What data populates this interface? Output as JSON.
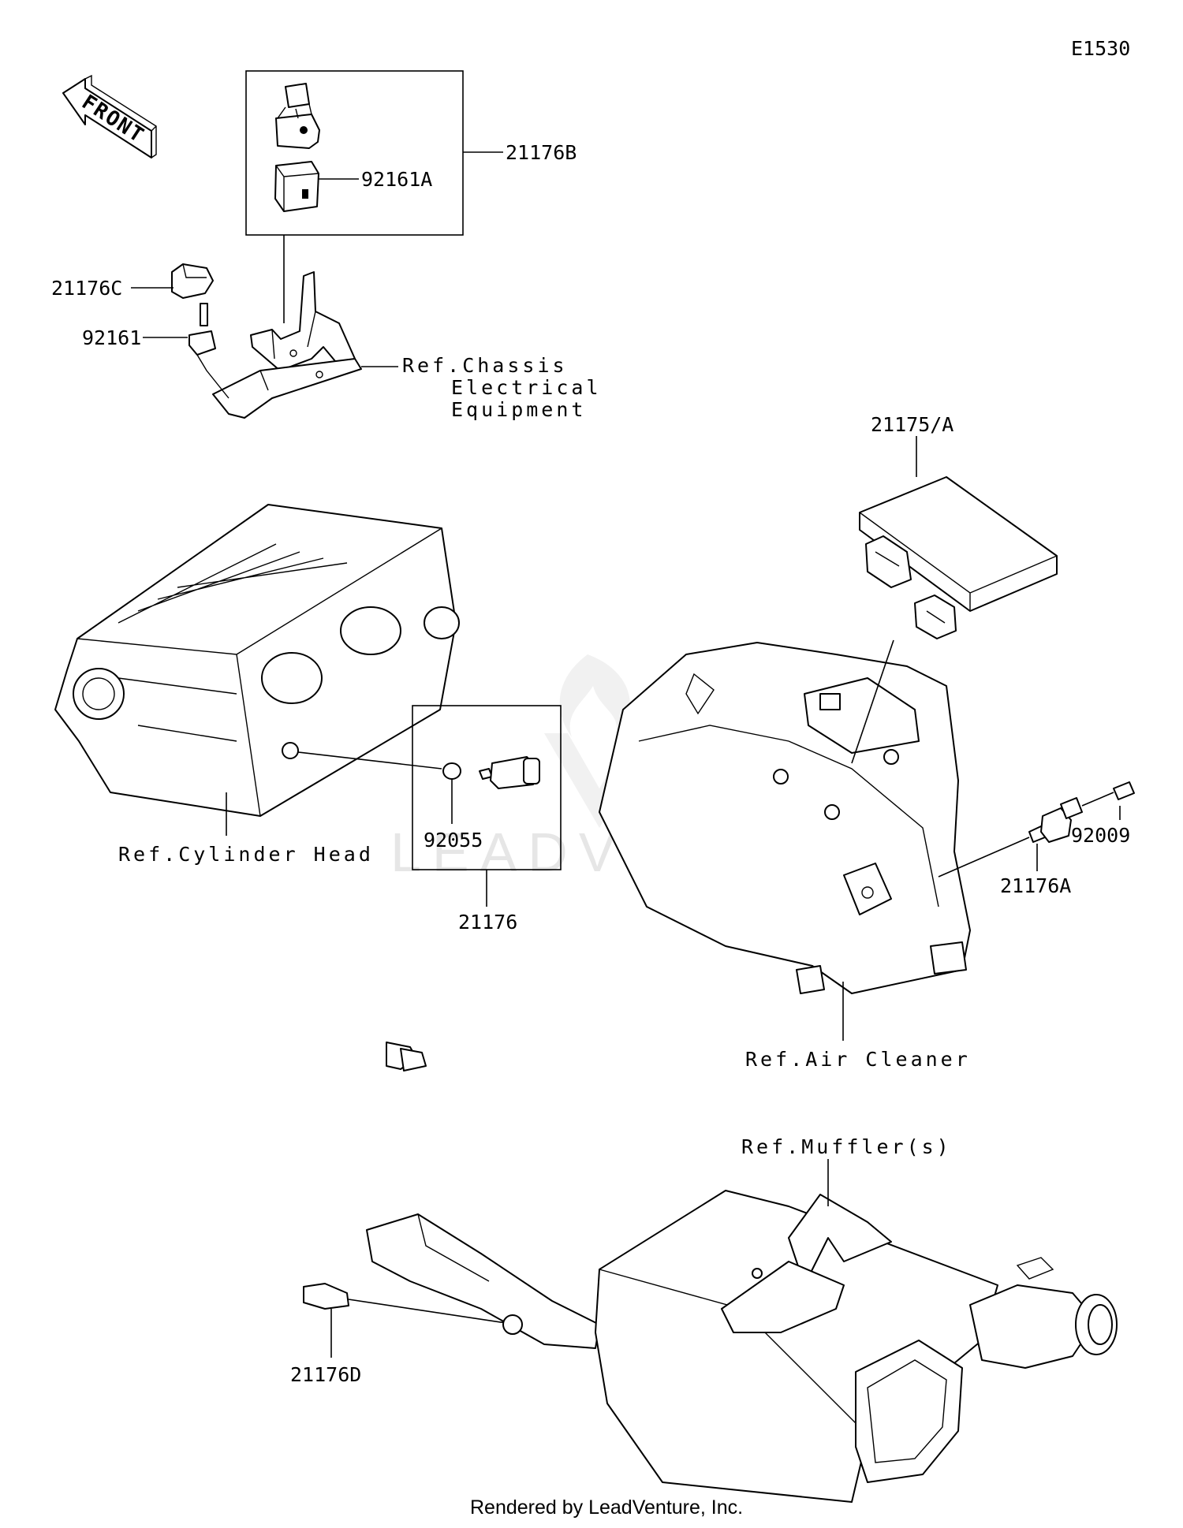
{
  "diagram_code": "E1530",
  "front_arrow": "FRONT",
  "parts": {
    "p21176B": "21176B",
    "p92161A": "92161A",
    "p21176C": "21176C",
    "p92161": "92161",
    "p21175A": "21175/A",
    "p92055": "92055",
    "p21176": "21176",
    "p92009": "92009",
    "p21176A": "21176A",
    "p21176D": "21176D"
  },
  "references": {
    "chassis_1": "Ref.Chassis",
    "chassis_2": "Electrical",
    "chassis_3": "Equipment",
    "cylinder_head": "Ref.Cylinder Head",
    "air_cleaner": "Ref.Air Cleaner",
    "mufflers": "Ref.Muffler(s)"
  },
  "watermark": "LEADVENTURE",
  "footer": "Rendered by LeadVenture, Inc."
}
